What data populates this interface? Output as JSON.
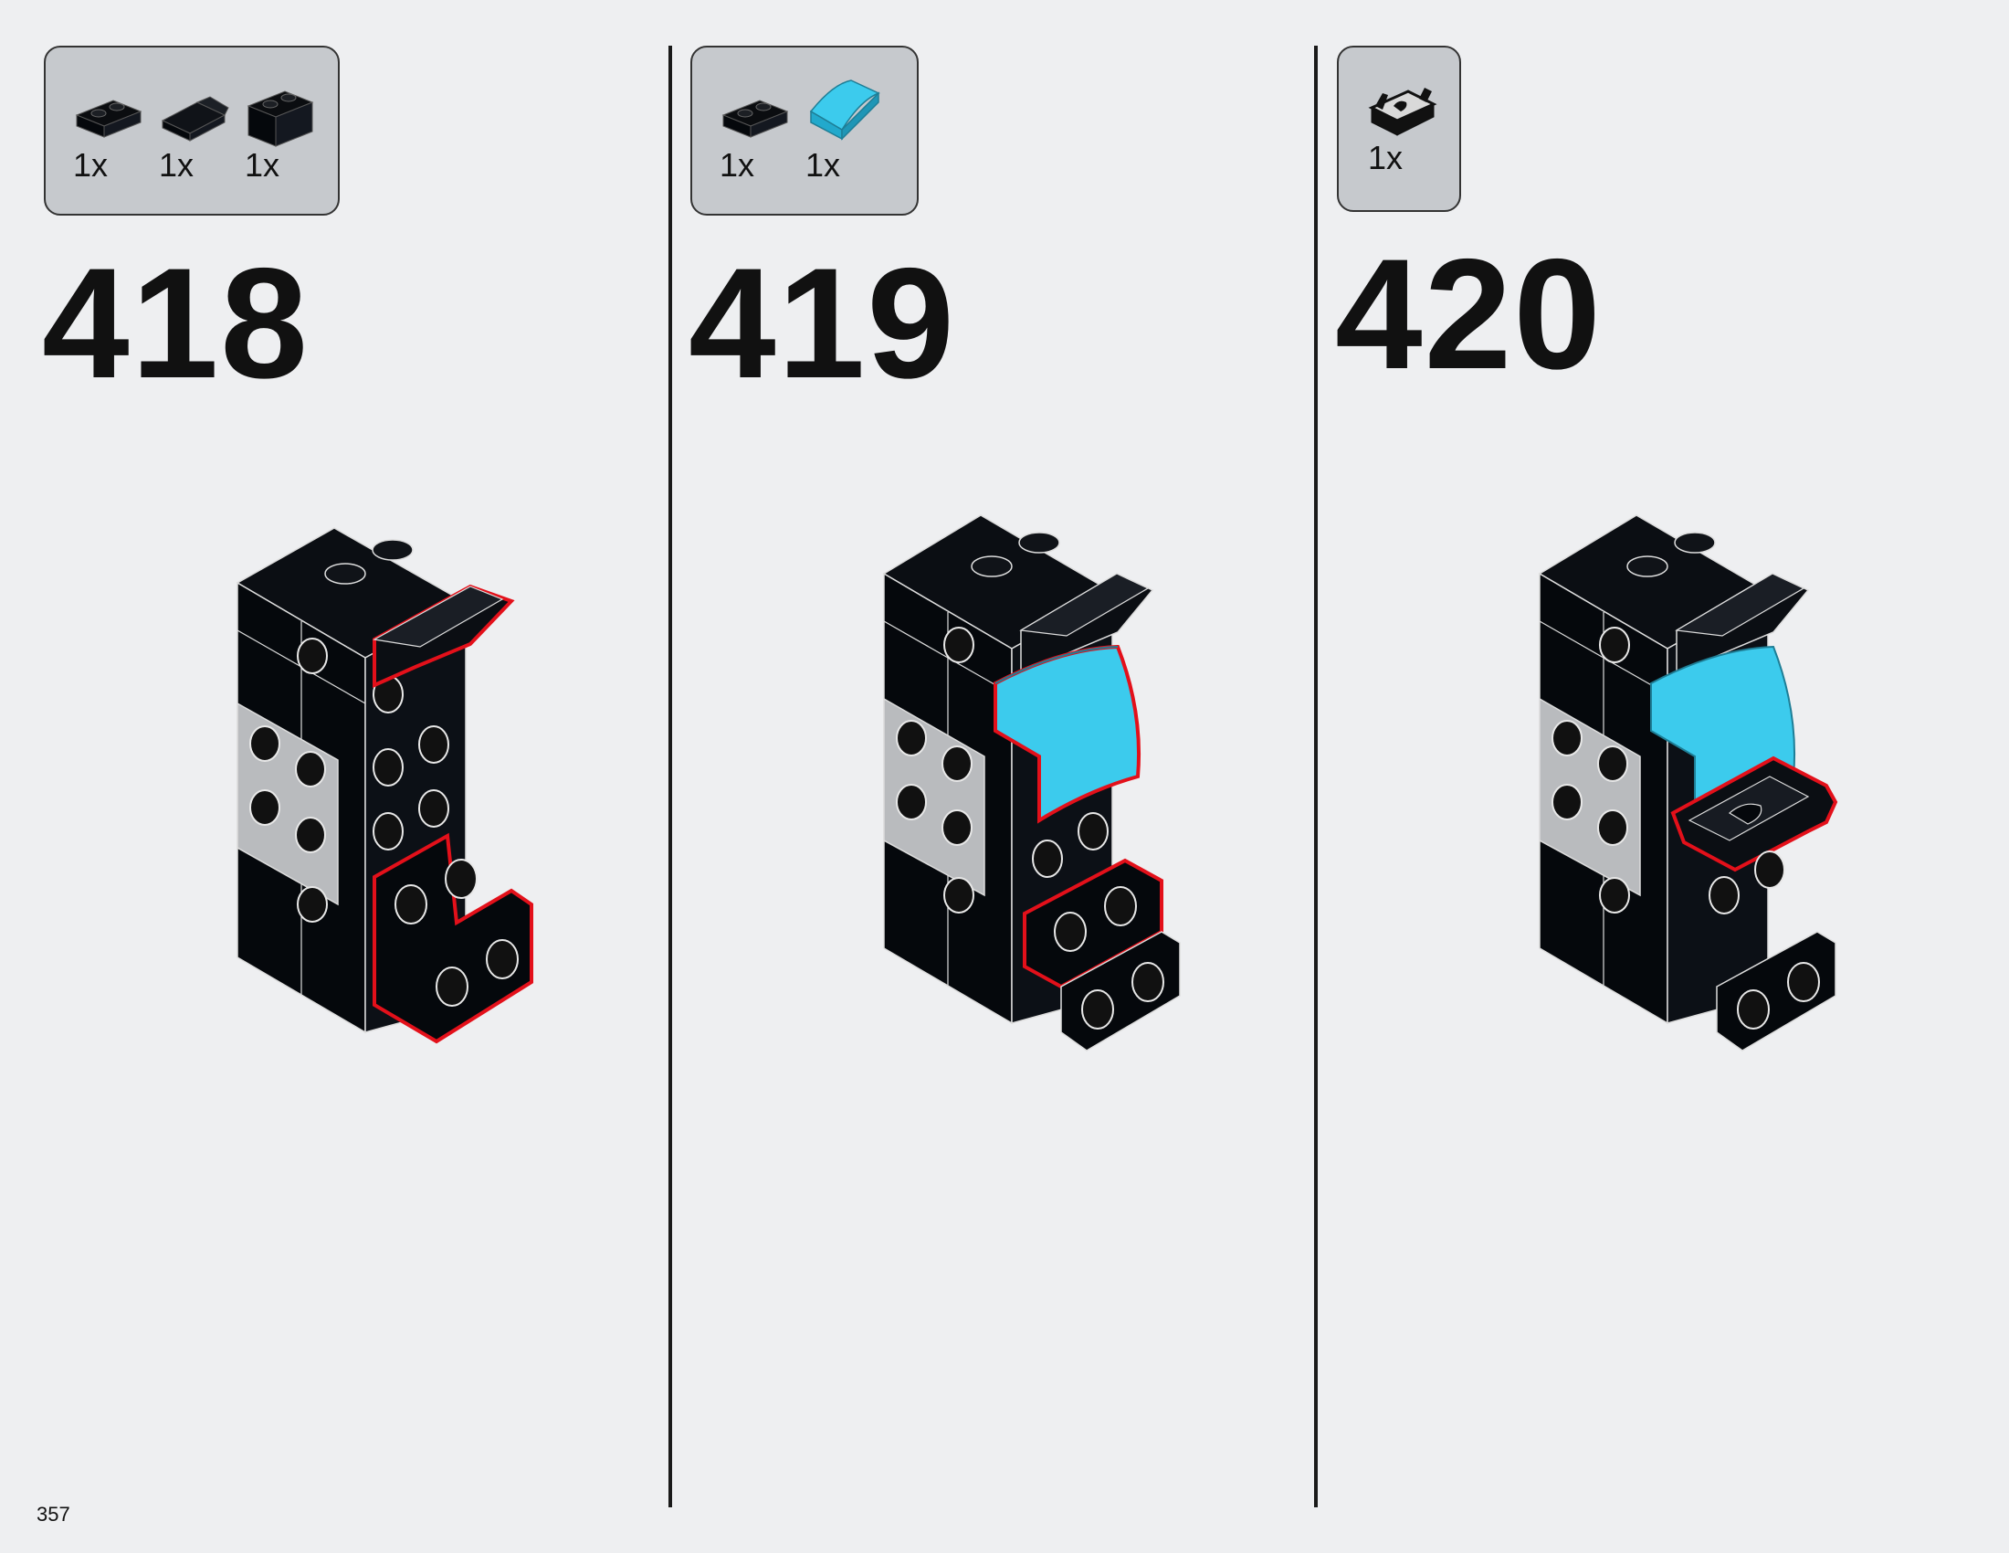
{
  "page_number": "357",
  "colors": {
    "background": "#eeeff1",
    "parts_box": "#c6c9cd",
    "brick_black": "#05080c",
    "brick_gray": "#b9bbbe",
    "highlight": "#e3101a",
    "azure": "#3ccbed"
  },
  "steps": [
    {
      "number": "418",
      "parts": [
        {
          "qty": "1x",
          "icon": "black-plate-1x2-icon"
        },
        {
          "qty": "1x",
          "icon": "black-slope-tile-icon"
        },
        {
          "qty": "1x",
          "icon": "black-brick-1x2-icon"
        }
      ]
    },
    {
      "number": "419",
      "parts": [
        {
          "qty": "1x",
          "icon": "black-plate-1x2-icon"
        },
        {
          "qty": "1x",
          "icon": "azure-curved-slope-icon"
        }
      ]
    },
    {
      "number": "420",
      "parts": [
        {
          "qty": "1x",
          "icon": "black-clip-plate-icon"
        }
      ]
    }
  ]
}
